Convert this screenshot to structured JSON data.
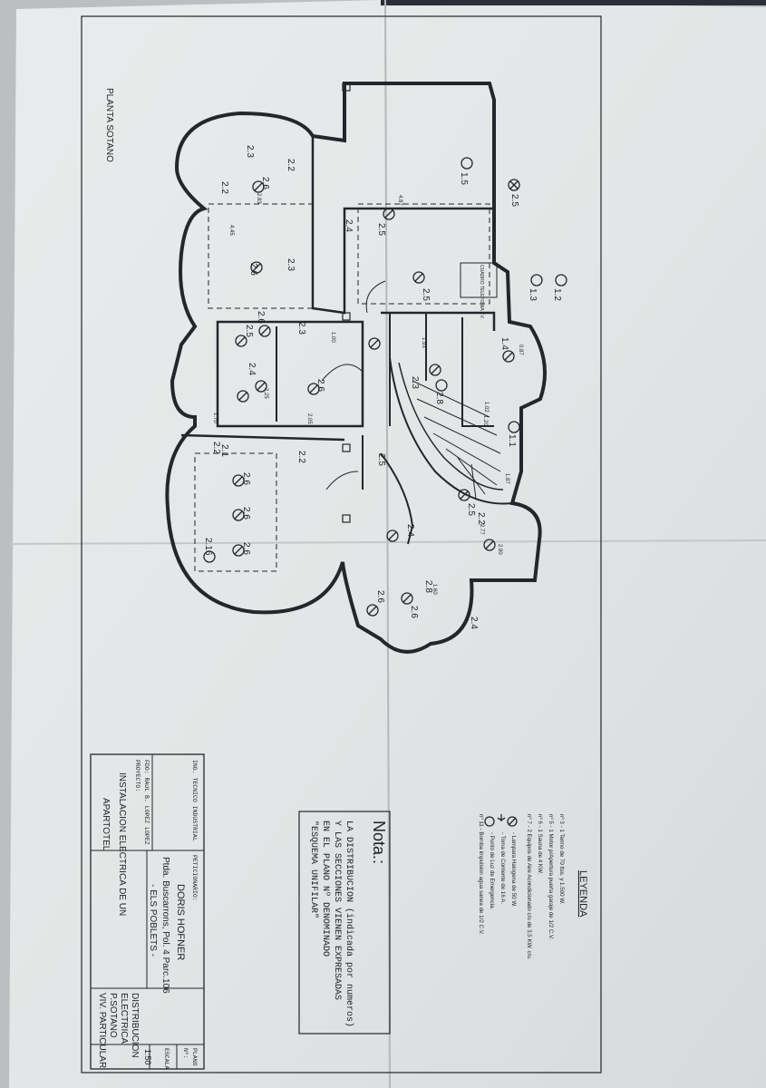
{
  "sheet_title": "PLANTA SOTANO",
  "legend": {
    "title": "LEYENDA",
    "items": [
      "nº 3 - 1 Termo de 70 ltss. y 1.500 W.",
      "nº 5 - 1 Motor p/Apertura puerta garaje de 1/2 C.V.",
      "nº 6 - 1 Sauna de 4 KW.",
      "nº 7 - 2 Equipos de Aire Acondicionado c/u de 3,5 KW. c/u.",
      "- Lampara Halogena de 50 W.",
      "- Toma de Corriente de 16 A.",
      "- Punto de Luz de Emergencia.",
      "nº 11 - Bomba impulsion agua sanea de 1/2 C.V."
    ]
  },
  "note": {
    "title": "Nota.:",
    "lines": [
      "LA DISTRIBUCION (indicada por numeros)",
      "Y LAS SECCIONES VIENEN EXPRESADAS",
      "EN EL PLANO Nº    DENOMINADO",
      "\"ESQUEMA UNIFILAR\""
    ]
  },
  "title_block": {
    "engineer_label": "ING. TECNICO INDUSTRIAL",
    "signed_by": "FDO: RAUL B. LOPEZ LOPEZ",
    "project_label": "PROYECTO:",
    "project_line1": "INSTALACION ELECTRICA DE UN",
    "project_line2": "APARTOTEL",
    "petitioner_label": "PETICIONARIO:",
    "petitioner_name": "DORIS    HOFNER",
    "address_line1": "Ptda. Buscarrons, Pol. 4 Parc.106",
    "address_line2": "- ELS POBLETS -",
    "drawing_line1": "DISTRIBUCION",
    "drawing_line2": "ELECTRICA",
    "drawing_line3": "P.SOTANO",
    "drawing_line4": "VIV. PARTICULAR",
    "plan_label": "PLANO",
    "plan_no_label": "Nº:",
    "scale_label": "ESCALA",
    "scale_value": "1:50"
  },
  "plan_labels": {
    "room_box": "CUADRO TELEFONIA T.V.",
    "dims": [
      "4.87",
      "2.83",
      "4.45",
      "1.93",
      "1.00",
      "2.05",
      "2.25",
      "1.70",
      "1.20",
      "2.77",
      "1.60",
      "0.87",
      "1.02",
      "1.87",
      "2.90"
    ],
    "circuits": [
      "1.2",
      "1.3",
      "1.5",
      "2.2",
      "2.3",
      "2.4",
      "2.5",
      "2.6",
      "2.8",
      "1.1",
      "1.4",
      "2.1",
      "2.16"
    ]
  }
}
